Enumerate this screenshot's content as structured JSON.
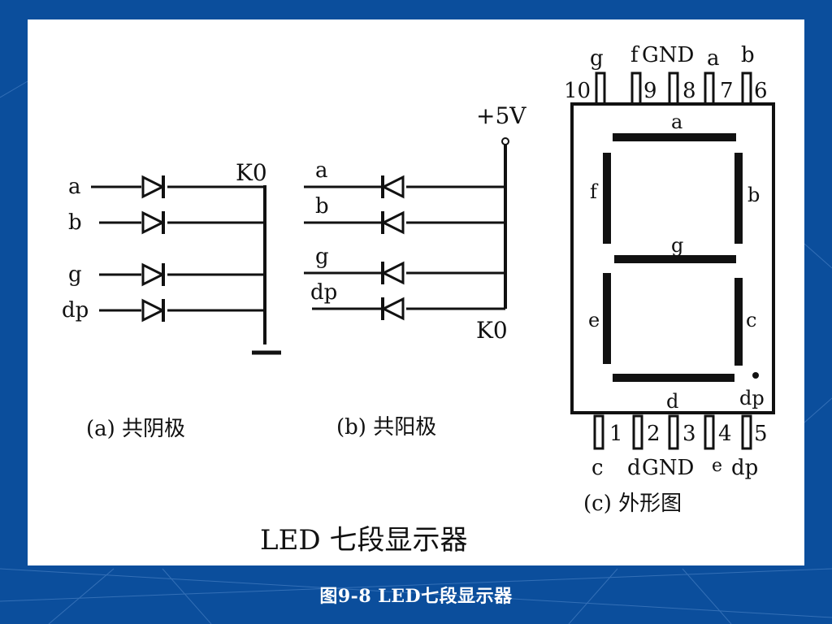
{
  "slide_caption": "图9-8   LED七段显示器",
  "figure": {
    "main_title": "LED 七段显示器",
    "common_cathode": {
      "caption": "(a)  共阴极",
      "inputs": [
        "a",
        "b",
        "g",
        "dp"
      ],
      "node": "K0"
    },
    "common_anode": {
      "caption": "(b)  共阳极",
      "inputs": [
        "a",
        "b",
        "g",
        "dp"
      ],
      "supply": "+5V",
      "node": "K0"
    },
    "outline": {
      "caption": "(c)  外形图",
      "top_pins": [
        {
          "num": "10",
          "name": "g"
        },
        {
          "num": "9",
          "name": "f"
        },
        {
          "num": "8",
          "name": "GND"
        },
        {
          "num": "7",
          "name": "a"
        },
        {
          "num": "6",
          "name": "b"
        }
      ],
      "bottom_pins": [
        {
          "num": "1",
          "name": "c"
        },
        {
          "num": "2",
          "name": "d"
        },
        {
          "num": "3",
          "name": "GND"
        },
        {
          "num": "4",
          "name": "e"
        },
        {
          "num": "5",
          "name": "dp"
        }
      ],
      "segments": [
        "a",
        "b",
        "c",
        "d",
        "e",
        "f",
        "g",
        "dp"
      ]
    }
  },
  "colors": {
    "background": "#0b4e9c",
    "panel": "#ffffff",
    "ink": "#111111",
    "caption": "#ffffff"
  }
}
